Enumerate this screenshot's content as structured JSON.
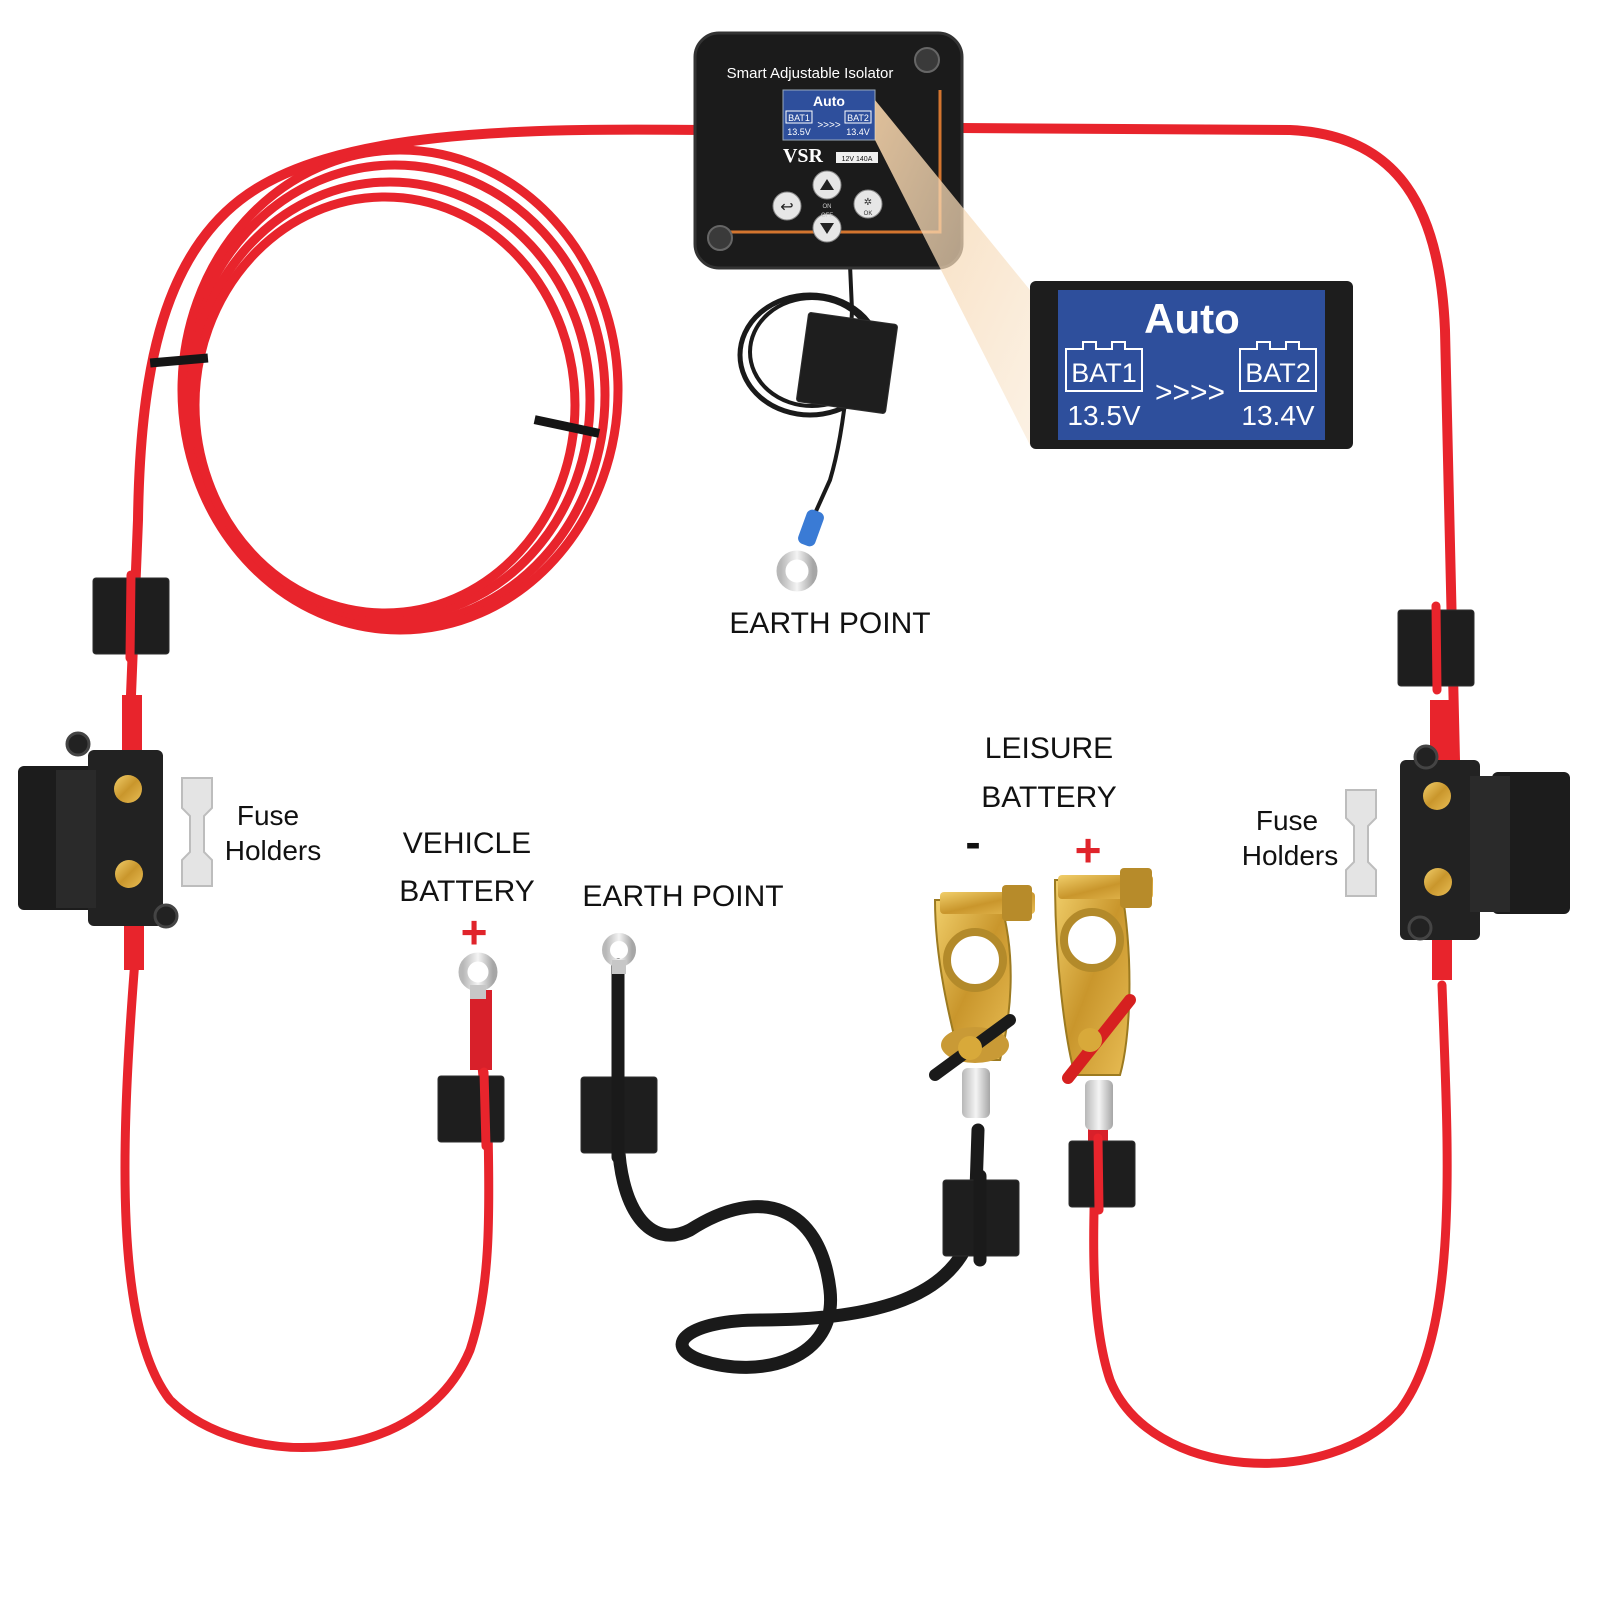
{
  "isolator": {
    "title": "Smart Adjustable Isolator",
    "brand": "VSR",
    "rating": "12V 140A",
    "screen": {
      "mode": "Auto",
      "bat1_label": "BAT1",
      "bat2_label": "BAT2",
      "bat1_voltage": "13.5V",
      "bat2_voltage": "13.4V",
      "arrows": ">>>>"
    },
    "buttons": {
      "up_label": "ON",
      "down_label": "OFF",
      "ok_label": "OK"
    }
  },
  "zoom_screen": {
    "mode": "Auto",
    "bat1_label": "BAT1",
    "bat2_label": "BAT2",
    "bat1_voltage": "13.5V",
    "bat2_voltage": "13.4V",
    "arrows": ">>>>"
  },
  "labels": {
    "earth_point_top": "EARTH POINT",
    "earth_point_bottom": "EARTH POINT",
    "fuse_left_line1": "Fuse",
    "fuse_left_line2": "Holders",
    "fuse_right_line1": "Fuse",
    "fuse_right_line2": "Holders",
    "vehicle_line1": "VEHICLE",
    "vehicle_line2": "BATTERY",
    "vehicle_plus": "+",
    "leisure_line1": "LEISURE",
    "leisure_line2": "BATTERY",
    "leisure_minus": "-",
    "leisure_plus": "+"
  },
  "colors": {
    "red_cable": "#e8242c",
    "black_cable": "#1a1a1a",
    "screen_blue": "#2e4f9c",
    "brass": "#d4a437"
  }
}
